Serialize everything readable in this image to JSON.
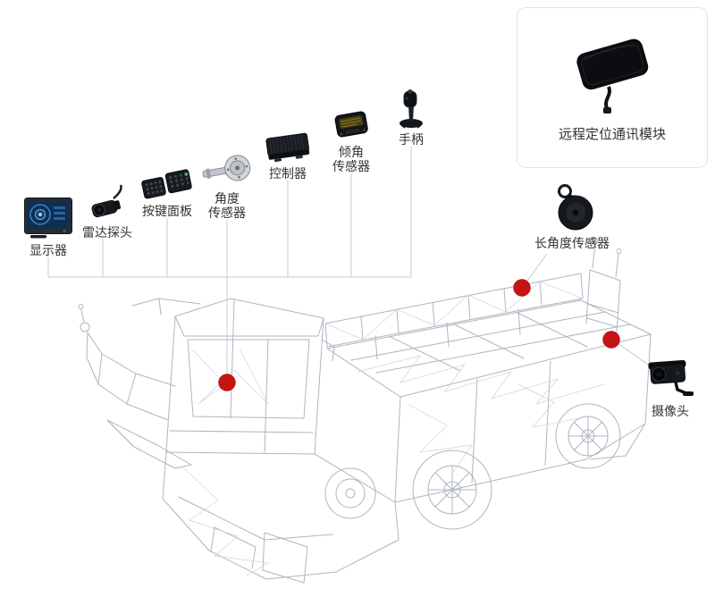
{
  "diagram": {
    "type": "labeled-component-diagram",
    "subject": "wireframe-engineering-vehicle"
  },
  "callouts": {
    "display": {
      "label": "显示器",
      "icon": "monitor-icon"
    },
    "radar_probe": {
      "label": "雷达探头",
      "icon": "radar-probe-icon"
    },
    "keypad": {
      "label": "按键面板",
      "icon": "keypad-icon"
    },
    "angle_sensor": {
      "label_line1": "角度",
      "label_line2": "传感器",
      "icon": "angle-sensor-icon"
    },
    "controller": {
      "label": "控制器",
      "icon": "controller-icon"
    },
    "tilt_sensor": {
      "label_line1": "倾角",
      "label_line2": "传感器",
      "icon": "tilt-sensor-icon"
    },
    "joystick": {
      "label": "手柄",
      "icon": "joystick-icon"
    },
    "remote_module": {
      "label": "远程定位通讯模块",
      "icon": "remote-module-icon"
    },
    "long_angle_sensor": {
      "label": "长角度传感器",
      "icon": "long-angle-sensor-icon"
    },
    "camera": {
      "label": "摄像头",
      "icon": "camera-icon"
    }
  },
  "colors": {
    "marker": "#c41414",
    "connector": "#cfd4da",
    "wireframe": "#aeb5c0",
    "label": "#333333",
    "module_box_border": "#e3e5e8"
  }
}
